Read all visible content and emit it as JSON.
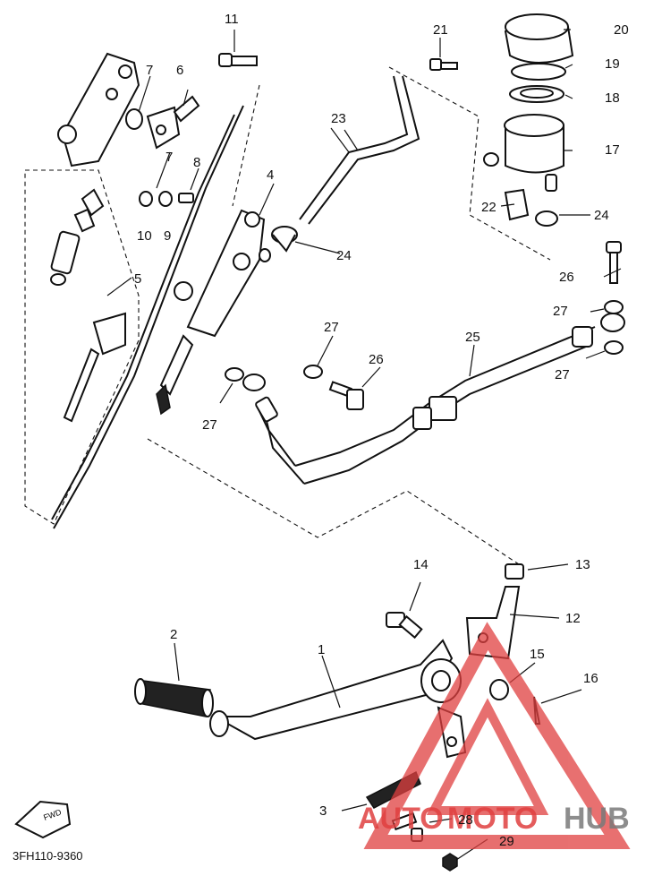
{
  "diagram": {
    "drawing_code": "3FH110-9360",
    "fwd_arrow": "FWD",
    "watermark": {
      "auto": "AUTO",
      "moto": "MOTO",
      "hub": "HUB",
      "primary_color": "#e04040",
      "secondary_color": "#7a7a7a"
    },
    "callouts": {
      "c1": "1",
      "c2": "2",
      "c3": "3",
      "c4": "4",
      "c5": "5",
      "c6": "6",
      "c7a": "7",
      "c7b": "7",
      "c8": "8",
      "c9": "9",
      "c10": "10",
      "c11": "11",
      "c12": "12",
      "c13": "13",
      "c14": "14",
      "c15": "15",
      "c16": "16",
      "c17": "17",
      "c18": "18",
      "c19": "19",
      "c20": "20",
      "c21": "21",
      "c22": "22",
      "c23": "23",
      "c24a": "24",
      "c24b": "24",
      "c25": "25",
      "c26a": "26",
      "c26b": "26",
      "c27a": "27",
      "c27b": "27",
      "c27c": "27",
      "c27d": "27",
      "c28": "28",
      "c29": "29"
    }
  }
}
